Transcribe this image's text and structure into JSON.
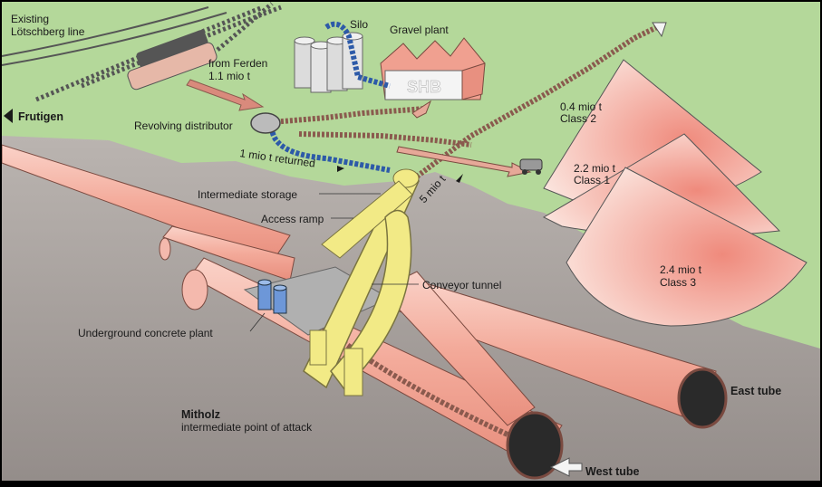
{
  "labels": {
    "existing_line_1": "Existing",
    "existing_line_2": "Lötschberg line",
    "silo": "Silo",
    "gravel_plant": "Gravel plant",
    "plant_sign": "SHB",
    "from_ferden_1": "from Ferden",
    "from_ferden_2": "1.1 mio t",
    "frutigen": "Frutigen",
    "revolving_distributor": "Revolving distributor",
    "returned": "1 mio t returned",
    "intermediate_storage": "Intermediate storage",
    "five_mio": "5 mio t",
    "access_ramp": "Access ramp",
    "conveyor_tunnel": "Conveyor tunnel",
    "underground_concrete_plant": "Underground concrete plant",
    "mitholz": "Mitholz",
    "intermediate_point": "intermediate point of attack",
    "east_tube": "East tube",
    "west_tube": "West tube"
  },
  "stockpiles": [
    {
      "amount": "0.4 mio t",
      "class": "Class 2"
    },
    {
      "amount": "2.2 mio t",
      "class": "Class 1"
    },
    {
      "amount": "2.4 mio t",
      "class": "Class 3"
    }
  ],
  "colors": {
    "grass": "#a9d18c",
    "rock": "#a09a97",
    "tube": "#f4b9ad",
    "ramp": "#f2ea86",
    "conveyor": "#8a5a4e",
    "returned_belt": "#2d5aa8"
  }
}
